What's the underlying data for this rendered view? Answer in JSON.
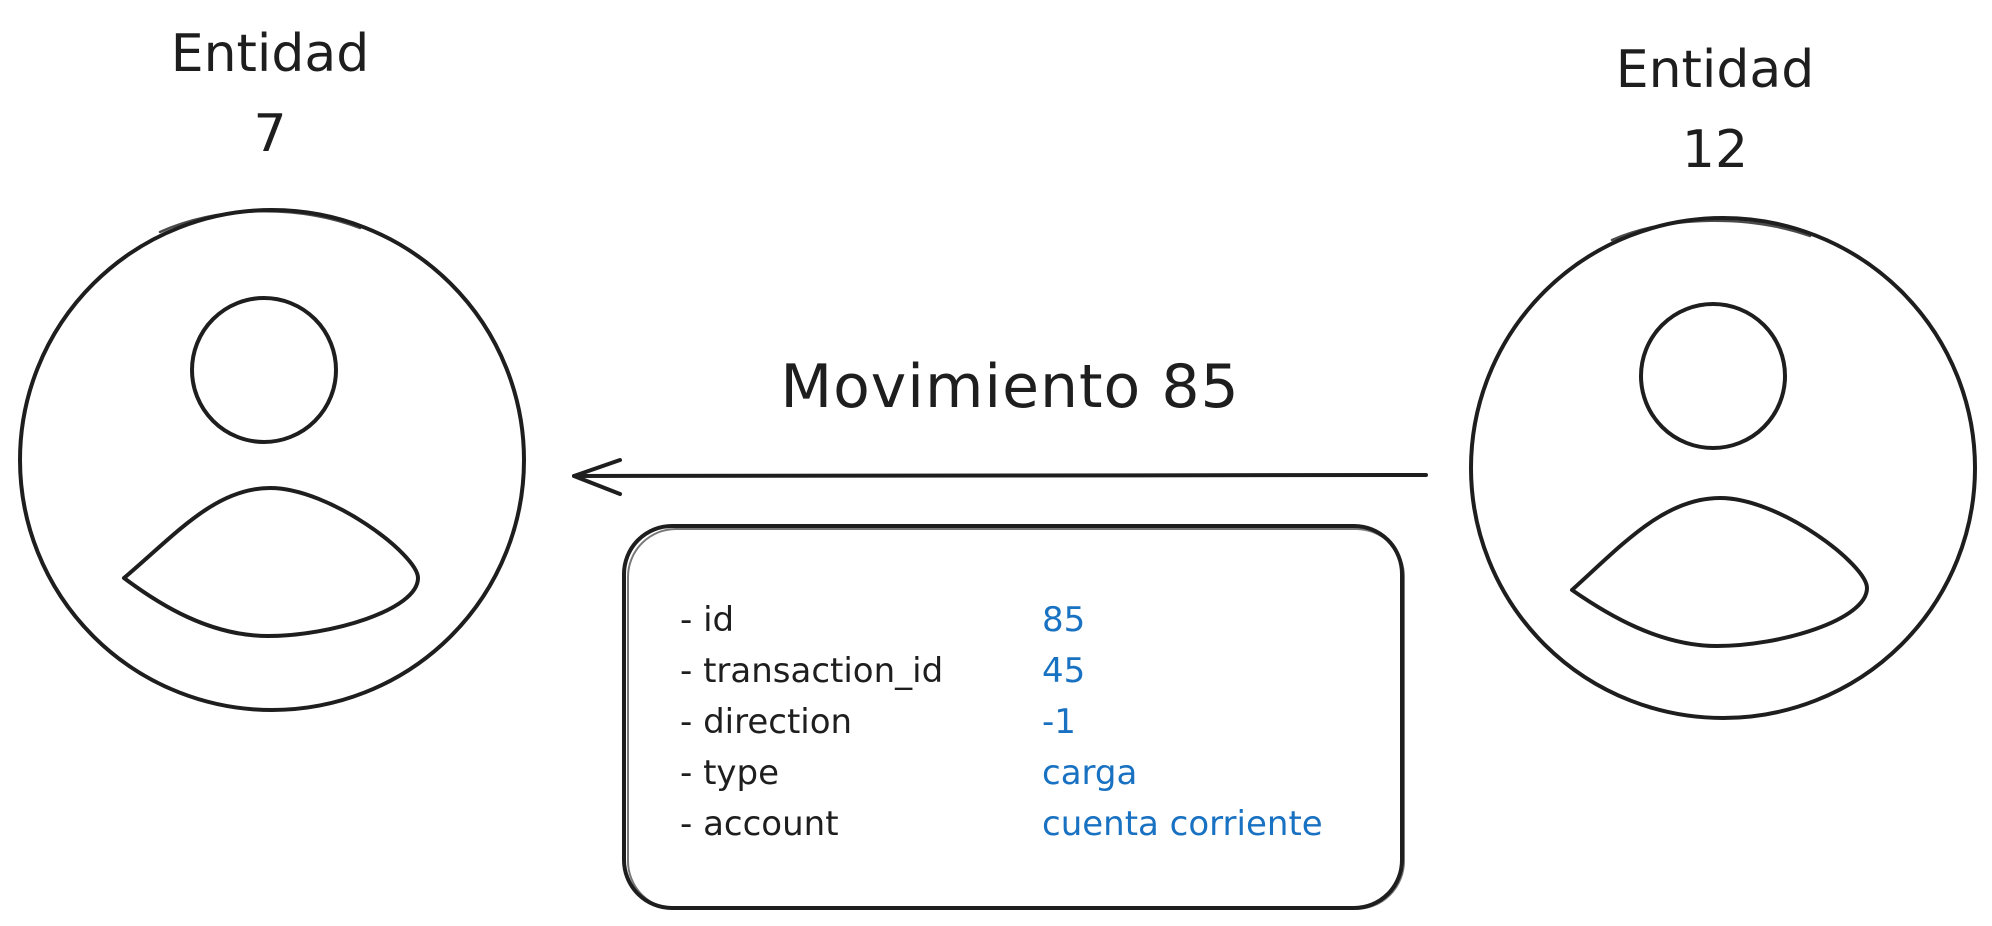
{
  "entities": [
    {
      "label": "Entidad",
      "number": "7"
    },
    {
      "label": "Entidad",
      "number": "12"
    }
  ],
  "movement": {
    "label": "Movimiento 85",
    "fields": [
      {
        "key": "- id",
        "value": "85"
      },
      {
        "key": "- transaction_id",
        "value": "45"
      },
      {
        "key": "- direction",
        "value": "-1"
      },
      {
        "key": "- type",
        "value": "carga"
      },
      {
        "key": "- account",
        "value": "cuenta corriente"
      }
    ]
  },
  "colors": {
    "stroke": "#1e1e1e",
    "value_text": "#1971c2",
    "background": "#ffffff"
  },
  "icons": {
    "entity": "user-icon",
    "arrow": "arrow-left-icon"
  }
}
